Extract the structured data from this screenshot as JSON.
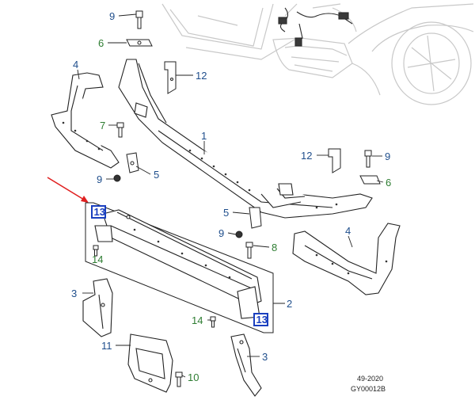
{
  "diagram": {
    "callouts": {
      "c9_top": "9",
      "c6_top": "6",
      "c12_top": "12",
      "c4_left": "4",
      "c7": "7",
      "c1": "1",
      "c9_left": "9",
      "c5_left": "5",
      "c12_right": "12",
      "c9_right": "9",
      "c6_right": "6",
      "c5_mid": "5",
      "c9_mid": "9",
      "c8": "8",
      "c4_right": "4",
      "c13_left": "13",
      "c14_left": "14",
      "c3_left": "3",
      "c2": "2",
      "c14_bottom": "14",
      "c13_right": "13",
      "c11": "11",
      "c10": "10",
      "c3_bottom": "3"
    },
    "footer": {
      "date": "49-2020",
      "code": "GY00012B"
    },
    "colors": {
      "callout_blue": "#1f4e8c",
      "callout_green": "#2e7d32",
      "arrow_red": "#e02020",
      "badge_blue": "#1a3fbf"
    }
  }
}
